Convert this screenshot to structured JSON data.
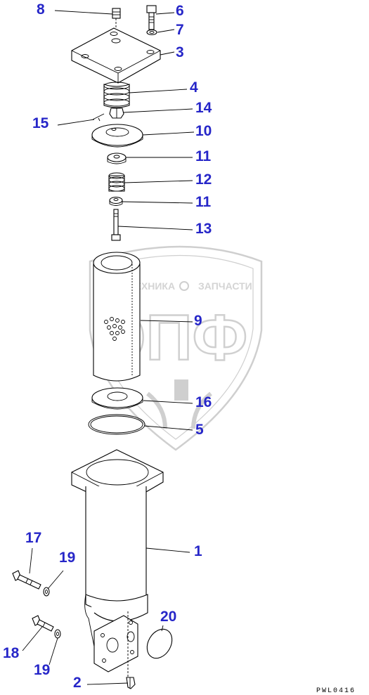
{
  "diagram": {
    "drawing_code": "PWL0416",
    "watermark": {
      "top_text": "ТЕХНИКА",
      "top_text_2": "ЗАПЧАСТИ",
      "logo_text": "ЭПФ"
    },
    "callouts": [
      {
        "id": "c8",
        "label": "8"
      },
      {
        "id": "c6",
        "label": "6"
      },
      {
        "id": "c7",
        "label": "7"
      },
      {
        "id": "c3",
        "label": "3"
      },
      {
        "id": "c4",
        "label": "4"
      },
      {
        "id": "c14",
        "label": "14"
      },
      {
        "id": "c15",
        "label": "15"
      },
      {
        "id": "c10",
        "label": "10"
      },
      {
        "id": "c11a",
        "label": "11"
      },
      {
        "id": "c12",
        "label": "12"
      },
      {
        "id": "c11b",
        "label": "11"
      },
      {
        "id": "c13",
        "label": "13"
      },
      {
        "id": "c9",
        "label": "9"
      },
      {
        "id": "c16",
        "label": "16"
      },
      {
        "id": "c5",
        "label": "5"
      },
      {
        "id": "c1",
        "label": "1"
      },
      {
        "id": "c17",
        "label": "17"
      },
      {
        "id": "c19a",
        "label": "19"
      },
      {
        "id": "c20",
        "label": "20"
      },
      {
        "id": "c18",
        "label": "18"
      },
      {
        "id": "c19b",
        "label": "19"
      },
      {
        "id": "c2",
        "label": "2"
      }
    ]
  }
}
